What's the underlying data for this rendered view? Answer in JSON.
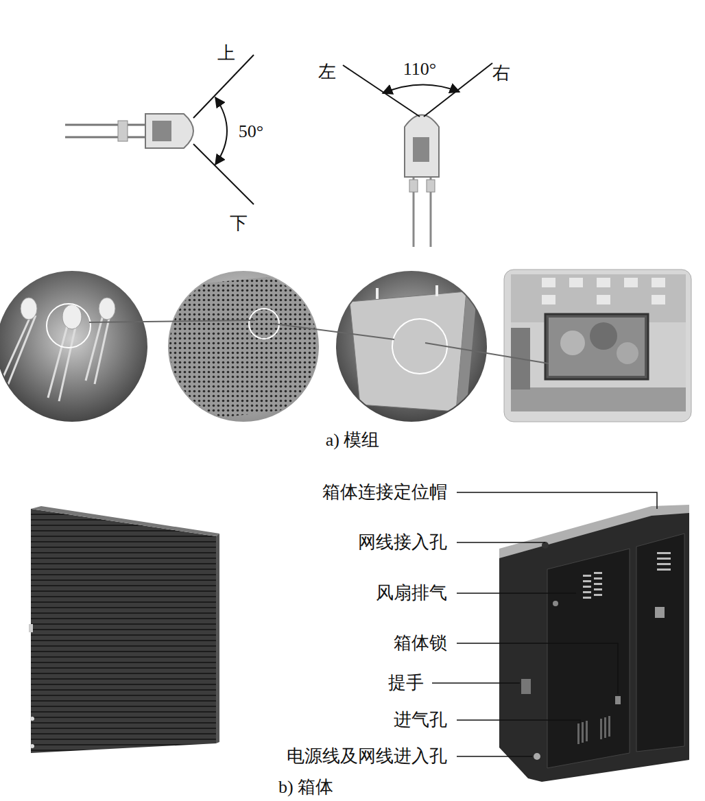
{
  "diagram": {
    "labels": [
      "上",
      "50°",
      "下",
      "左",
      "110°",
      "右",
      "a) 模组",
      "箱体连接定位帽",
      "网线接入孔",
      "风扇排气",
      "箱体锁",
      "提手",
      "进气孔",
      "电源线及网线进入孔",
      "b) 箱体"
    ]
  }
}
